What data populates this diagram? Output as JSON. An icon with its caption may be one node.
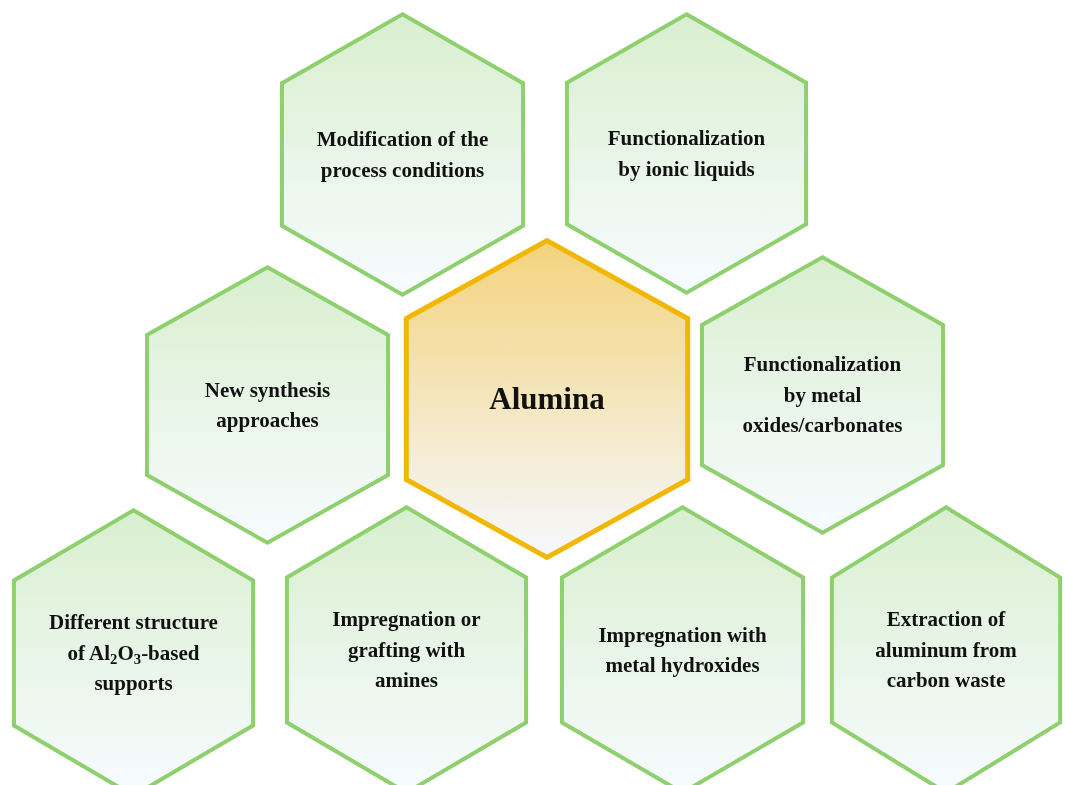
{
  "diagram": {
    "nodes": [
      {
        "text": [
          "Modification of the process conditions"
        ]
      },
      {
        "text": [
          "Functionalization by ionic liquids"
        ]
      },
      {
        "text": [
          "New synthesis approaches"
        ]
      },
      {
        "text": [
          "Alumina"
        ]
      },
      {
        "text": [
          "Functionalization by metal oxides/carbonates"
        ]
      },
      {
        "text": [
          "Different structure of Al$_{2}$O$_{3}$-based supports"
        ]
      },
      {
        "text": [
          "Impregnation or grafting with amines"
        ]
      },
      {
        "text": [
          "Impregnation with metal hydroxides"
        ]
      },
      {
        "text": [
          "Extraction of aluminum from carbon waste"
        ]
      }
    ]
  }
}
